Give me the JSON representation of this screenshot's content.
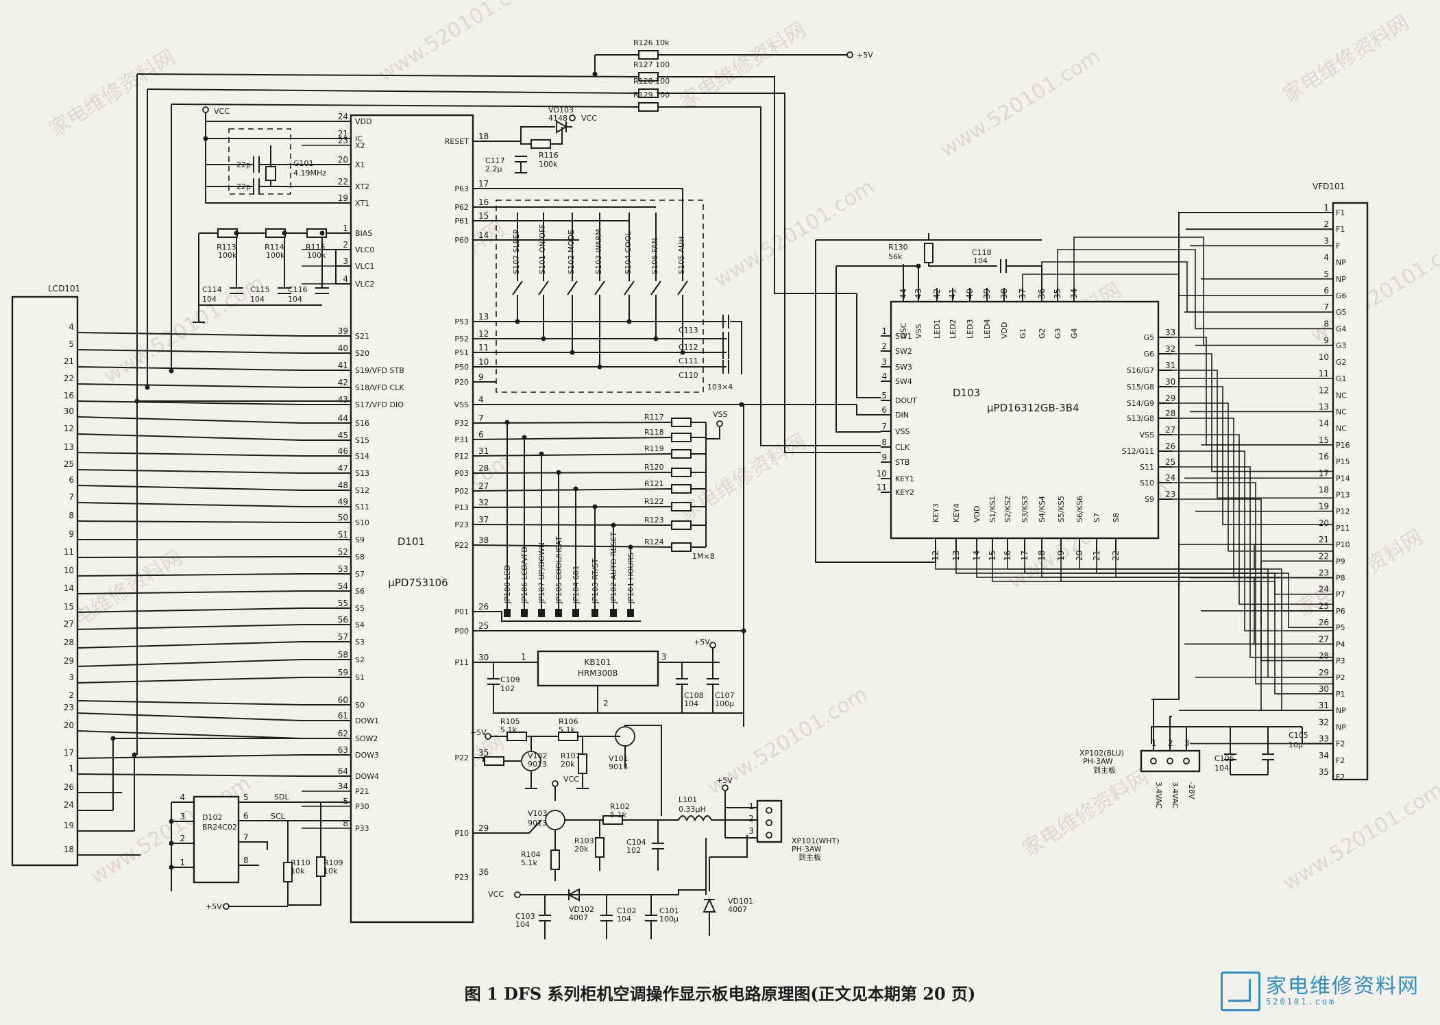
{
  "caption": "图 1   DFS 系列柜机空调操作显示板电路原理图(正文见本期第 20 页)",
  "watermark": "家电维修资料网",
  "watermark_url": "www.520101.com",
  "brand": {
    "name": "家电维修资料网",
    "url": "520101.com"
  },
  "power": {
    "vcc": "VCC",
    "vss": "VSS",
    "p5v": "+5V"
  },
  "lcd": {
    "ref": "LCD101",
    "pins": [
      "4",
      "5",
      "21",
      "22",
      "16",
      "30",
      "12",
      "13",
      "25",
      "6",
      "7",
      "8",
      "9",
      "11",
      "10",
      "14",
      "15",
      "27",
      "28",
      "29",
      "3",
      "2",
      "23",
      "20",
      "17",
      "1",
      "26",
      "24",
      "19",
      "18"
    ]
  },
  "d101": {
    "ref": "D101",
    "part": "μPD753106",
    "left_pins": [
      {
        "n": "24",
        "name": "VDD"
      },
      {
        "n": "21",
        "name": "IC"
      },
      {
        "n": "23",
        "name": "X2"
      },
      {
        "n": "20",
        "name": "X1"
      },
      {
        "n": "22",
        "name": "XT2"
      },
      {
        "n": "19",
        "name": "XT1"
      },
      {
        "n": "1",
        "name": "BIAS"
      },
      {
        "n": "2",
        "name": "VLC0"
      },
      {
        "n": "3",
        "name": "VLC1"
      },
      {
        "n": "4",
        "name": "VLC2"
      },
      {
        "n": "39",
        "name": "S21"
      },
      {
        "n": "40",
        "name": "S20"
      },
      {
        "n": "41",
        "name": "S19/VFD STB"
      },
      {
        "n": "42",
        "name": "S18/VFD CLK"
      },
      {
        "n": "43",
        "name": "S17/VFD DIO"
      },
      {
        "n": "44",
        "name": "S16"
      },
      {
        "n": "45",
        "name": "S15"
      },
      {
        "n": "46",
        "name": "S14"
      },
      {
        "n": "47",
        "name": "S13"
      },
      {
        "n": "48",
        "name": "S12"
      },
      {
        "n": "49",
        "name": "S11"
      },
      {
        "n": "50",
        "name": "S10"
      },
      {
        "n": "51",
        "name": "S9"
      },
      {
        "n": "52",
        "name": "S8"
      },
      {
        "n": "53",
        "name": "S7"
      },
      {
        "n": "54",
        "name": "S6"
      },
      {
        "n": "55",
        "name": "S5"
      },
      {
        "n": "56",
        "name": "S4"
      },
      {
        "n": "57",
        "name": "S3"
      },
      {
        "n": "58",
        "name": "S2"
      },
      {
        "n": "59",
        "name": "S1"
      },
      {
        "n": "60",
        "name": "S0"
      },
      {
        "n": "61",
        "name": "DOW1"
      },
      {
        "n": "62",
        "name": "SOW2"
      },
      {
        "n": "63",
        "name": "DOW3"
      },
      {
        "n": "64",
        "name": "DOW4"
      },
      {
        "n": "34",
        "name": "P21"
      },
      {
        "n": "5",
        "name": "P30"
      },
      {
        "n": "8",
        "name": "P33"
      }
    ],
    "right_pins": [
      {
        "n": "18",
        "name": "RESET"
      },
      {
        "n": "17",
        "name": "P63"
      },
      {
        "n": "16",
        "name": "P62"
      },
      {
        "n": "15",
        "name": "P61"
      },
      {
        "n": "14",
        "name": "P60"
      },
      {
        "n": "13",
        "name": "P53"
      },
      {
        "n": "12",
        "name": "P52"
      },
      {
        "n": "11",
        "name": "P51"
      },
      {
        "n": "10",
        "name": "P50"
      },
      {
        "n": "9",
        "name": "P20"
      },
      {
        "n": "4",
        "name": "VSS"
      },
      {
        "n": "7",
        "name": "P32"
      },
      {
        "n": "6",
        "name": "P31"
      },
      {
        "n": "31",
        "name": "P12"
      },
      {
        "n": "28",
        "name": "P03"
      },
      {
        "n": "27",
        "name": "P02"
      },
      {
        "n": "32",
        "name": "P13"
      },
      {
        "n": "37",
        "name": "P23"
      },
      {
        "n": "38",
        "name": "P22"
      },
      {
        "n": "26",
        "name": "P01"
      },
      {
        "n": "25",
        "name": "P00"
      },
      {
        "n": "30",
        "name": "P11"
      },
      {
        "n": "35",
        "name": "P22"
      },
      {
        "n": "29",
        "name": "P10"
      },
      {
        "n": "36",
        "name": "P23"
      }
    ]
  },
  "crystal": {
    "ref": "G101",
    "value": "4.19MHz",
    "cap_left": "22p",
    "cap_right": "22p"
  },
  "bias_res": [
    {
      "ref": "R113",
      "val": "100k"
    },
    {
      "ref": "R114",
      "val": "100k"
    },
    {
      "ref": "R115",
      "val": "100k"
    }
  ],
  "bias_caps": [
    {
      "ref": "C114",
      "val": "104"
    },
    {
      "ref": "C115",
      "val": "104"
    },
    {
      "ref": "C116",
      "val": "104"
    }
  ],
  "top_res": [
    {
      "ref": "R126",
      "val": "10k"
    },
    {
      "ref": "R127",
      "val": "100"
    },
    {
      "ref": "R128",
      "val": "100"
    },
    {
      "ref": "R129",
      "val": "100"
    }
  ],
  "reset": {
    "diode": "VD103",
    "diode_val": "4148",
    "res": "R116",
    "res_val": "100k",
    "cap": "C117",
    "cap_val": "2.2μ"
  },
  "switches": [
    {
      "ref": "S107",
      "name": "SLEEP"
    },
    {
      "ref": "S101",
      "name": "ON/OFF"
    },
    {
      "ref": "S102",
      "name": "MODE"
    },
    {
      "ref": "S103",
      "name": "WARM"
    },
    {
      "ref": "S104",
      "name": "COOL"
    },
    {
      "ref": "S106",
      "name": "FAN"
    },
    {
      "ref": "S105",
      "name": "AUH"
    }
  ],
  "sw_caps": [
    "C113",
    "C112",
    "C111",
    "C110"
  ],
  "sw_caps_val": "103×4",
  "pullups": [
    "R117",
    "R118",
    "R119",
    "R120",
    "R121",
    "R122",
    "R123",
    "R124"
  ],
  "pullups_val": "1M×8",
  "jumpers": [
    {
      "ref": "JP108",
      "name": "LED"
    },
    {
      "ref": "JP106",
      "name": "LCD/VFD"
    },
    {
      "ref": "JP107",
      "name": "UP/DOWN"
    },
    {
      "ref": "JP105",
      "name": "COOL/HEAT"
    },
    {
      "ref": "JP104",
      "name": "601"
    },
    {
      "ref": "JP103",
      "name": "RT/ST"
    },
    {
      "ref": "JP102",
      "name": "AUTO RESET"
    },
    {
      "ref": "JP101",
      "name": "HOURS"
    }
  ],
  "kb101": {
    "ref": "KB101",
    "part": "HRM3008",
    "pins": [
      "1",
      "3",
      "2"
    ],
    "c109": "C109",
    "c109v": "102",
    "c108": "C108",
    "c108v": "104",
    "c107": "C107",
    "c107v": "100μ"
  },
  "transistors": {
    "r105": "R105",
    "r105v": "5.1k",
    "r106": "R106",
    "r106v": "5.1k",
    "r107": "R107",
    "r107v": "20k",
    "v102": "V102",
    "v102v": "9013",
    "v101": "V101",
    "v101v": "9013",
    "v103": "V103",
    "v103v": "9013",
    "r102": "R102",
    "r102v": "5.1k",
    "r103": "R103",
    "r103v": "20k",
    "r104": "R104",
    "r104v": "5.1k",
    "c104": "C104",
    "c104v": "102",
    "l101": "L101",
    "l101v": "0.33μH"
  },
  "power_sup": {
    "c103": "C103",
    "c103v": "104",
    "vd102": "VD102",
    "vd102v": "4007",
    "c102": "C102",
    "c102v": "104",
    "c101": "C101",
    "c101v": "100μ",
    "vd101": "VD101",
    "vd101v": "4007"
  },
  "xp101": {
    "ref": "XP101(WHT)",
    "type": "PH-3AW",
    "to": "到主板",
    "pins": [
      "1",
      "2",
      "3"
    ]
  },
  "eeprom": {
    "ref": "D102",
    "part": "BR24C02",
    "pins": [
      "4",
      "3",
      "2",
      "1",
      "5",
      "6",
      "7",
      "8"
    ],
    "sdl": "SDL",
    "scl": "SCL",
    "r110": "R110",
    "r110v": "10k",
    "r109": "R109",
    "r109v": "10k"
  },
  "d103": {
    "ref": "D103",
    "part": "μPD16312GB-3B4",
    "top_pins": [
      {
        "n": "44",
        "name": "OSC"
      },
      {
        "n": "43",
        "name": "VSS"
      },
      {
        "n": "42",
        "name": "LED1"
      },
      {
        "n": "41",
        "name": "LED2"
      },
      {
        "n": "40",
        "name": "LED3"
      },
      {
        "n": "39",
        "name": "LED4"
      },
      {
        "n": "38",
        "name": "VDD"
      },
      {
        "n": "37",
        "name": "G1"
      },
      {
        "n": "36",
        "name": "G2"
      },
      {
        "n": "35",
        "name": "G3"
      },
      {
        "n": "34",
        "name": "G4"
      }
    ],
    "left_pins": [
      {
        "n": "1",
        "name": "SW1"
      },
      {
        "n": "2",
        "name": "SW2"
      },
      {
        "n": "3",
        "name": "SW3"
      },
      {
        "n": "4",
        "name": "SW4"
      },
      {
        "n": "5",
        "name": "DOUT"
      },
      {
        "n": "6",
        "name": "DIN"
      },
      {
        "n": "7",
        "name": "VSS"
      },
      {
        "n": "8",
        "name": "CLK"
      },
      {
        "n": "9",
        "name": "STB"
      },
      {
        "n": "10",
        "name": "KEY1"
      },
      {
        "n": "11",
        "name": "KEY2"
      }
    ],
    "bottom_pins": [
      {
        "n": "12",
        "name": "KEY3"
      },
      {
        "n": "13",
        "name": "KEY4"
      },
      {
        "n": "14",
        "name": "VDD"
      },
      {
        "n": "15",
        "name": "S1/KS1"
      },
      {
        "n": "16",
        "name": "S2/KS2"
      },
      {
        "n": "17",
        "name": "S3/KS3"
      },
      {
        "n": "18",
        "name": "S4/KS4"
      },
      {
        "n": "19",
        "name": "S5/KS5"
      },
      {
        "n": "20",
        "name": "S6/KS6"
      },
      {
        "n": "21",
        "name": "S7"
      },
      {
        "n": "22",
        "name": "S8"
      }
    ],
    "right_pins": [
      {
        "n": "33",
        "name": "G5"
      },
      {
        "n": "32",
        "name": "G6"
      },
      {
        "n": "31",
        "name": "S16/G7"
      },
      {
        "n": "30",
        "name": "S15/G8"
      },
      {
        "n": "29",
        "name": "S14/G9"
      },
      {
        "n": "28",
        "name": "S13/G8"
      },
      {
        "n": "27",
        "name": "VSS"
      },
      {
        "n": "26",
        "name": "S12/G11"
      },
      {
        "n": "25",
        "name": "S11"
      },
      {
        "n": "24",
        "name": "S10"
      },
      {
        "n": "23",
        "name": "S9"
      }
    ]
  },
  "r130": {
    "ref": "R130",
    "val": "56k"
  },
  "c118": {
    "ref": "C118",
    "val": "104"
  },
  "vfd": {
    "ref": "VFD101",
    "pins": [
      {
        "n": "1",
        "name": "F1"
      },
      {
        "n": "2",
        "name": "F1"
      },
      {
        "n": "3",
        "name": "F"
      },
      {
        "n": "4",
        "name": "NP"
      },
      {
        "n": "5",
        "name": "NP"
      },
      {
        "n": "6",
        "name": "G6"
      },
      {
        "n": "7",
        "name": "G5"
      },
      {
        "n": "8",
        "name": "G4"
      },
      {
        "n": "9",
        "name": "G3"
      },
      {
        "n": "10",
        "name": "G2"
      },
      {
        "n": "11",
        "name": "G1"
      },
      {
        "n": "12",
        "name": "NC"
      },
      {
        "n": "13",
        "name": "NC"
      },
      {
        "n": "14",
        "name": "NC"
      },
      {
        "n": "15",
        "name": "P16"
      },
      {
        "n": "16",
        "name": "P15"
      },
      {
        "n": "17",
        "name": "P14"
      },
      {
        "n": "18",
        "name": "P13"
      },
      {
        "n": "19",
        "name": "P12"
      },
      {
        "n": "20",
        "name": "P11"
      },
      {
        "n": "21",
        "name": "P10"
      },
      {
        "n": "22",
        "name": "P9"
      },
      {
        "n": "23",
        "name": "P8"
      },
      {
        "n": "24",
        "name": "P7"
      },
      {
        "n": "25",
        "name": "P6"
      },
      {
        "n": "26",
        "name": "P5"
      },
      {
        "n": "27",
        "name": "P4"
      },
      {
        "n": "28",
        "name": "P3"
      },
      {
        "n": "29",
        "name": "P2"
      },
      {
        "n": "30",
        "name": "P1"
      },
      {
        "n": "31",
        "name": "NP"
      },
      {
        "n": "32",
        "name": "NP"
      },
      {
        "n": "33",
        "name": "F2"
      },
      {
        "n": "34",
        "name": "F2"
      },
      {
        "n": "35",
        "name": "F2"
      }
    ]
  },
  "xp102": {
    "ref": "XP102(BLU)",
    "type": "PH-3AW",
    "to": "到主板",
    "pins": [
      "1",
      "2",
      "3"
    ],
    "labels": [
      "3.4VAC",
      "3.4VAC",
      "-28V"
    ]
  },
  "c105": {
    "ref": "C105",
    "val": "10μ"
  },
  "c106": {
    "ref": "C106",
    "val": "104"
  }
}
